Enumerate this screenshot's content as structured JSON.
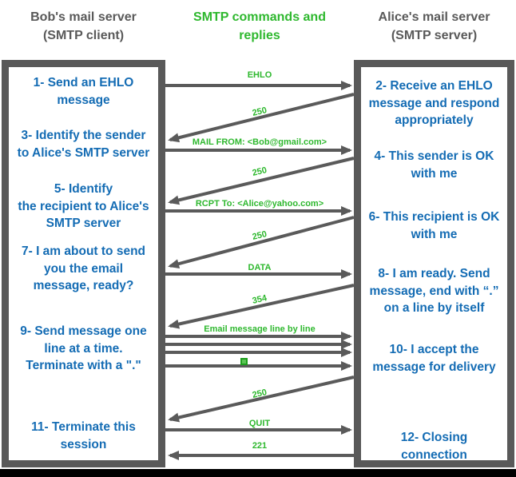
{
  "colors": {
    "frame_gray": "#595959",
    "arrow_gray": "#5a5a5a",
    "step_text_blue": "#146cb4",
    "accent_green": "#2eb82e",
    "bottom_bar_black": "#000000"
  },
  "headers": {
    "left": "Bob's mail server\n(SMTP client)",
    "center": "SMTP commands and\nreplies",
    "right": "Alice's mail server\n(SMTP server)"
  },
  "client_steps": [
    "1- Send an EHLO\nmessage",
    "3- Identify the sender\nto Alice's SMTP server",
    "5- Identify\nthe recipient to Alice's\nSMTP server",
    "7- I am about to send\nyou the email\nmessage, ready?",
    "9- Send message one\nline at a time.\nTerminate with a \".\"",
    "11- Terminate this\nsession"
  ],
  "server_steps": [
    "2- Receive an EHLO\nmessage and respond\nappropriately",
    "4- This sender is OK\nwith me",
    "6- This recipient is OK\nwith me",
    "8-  I am ready. Send\nmessage, end with “.”\non a line by itself",
    "10-  I accept the\nmessage for delivery",
    "12-  Closing\nconnection"
  ],
  "messages": [
    "EHLO",
    "250",
    "MAIL FROM: <Bob@gmail.com>",
    "250",
    "RCPT To: <Alice@yahoo.com>",
    "250",
    "DATA",
    "354",
    "Email message line by line",
    "250",
    "QUIT",
    "221"
  ]
}
